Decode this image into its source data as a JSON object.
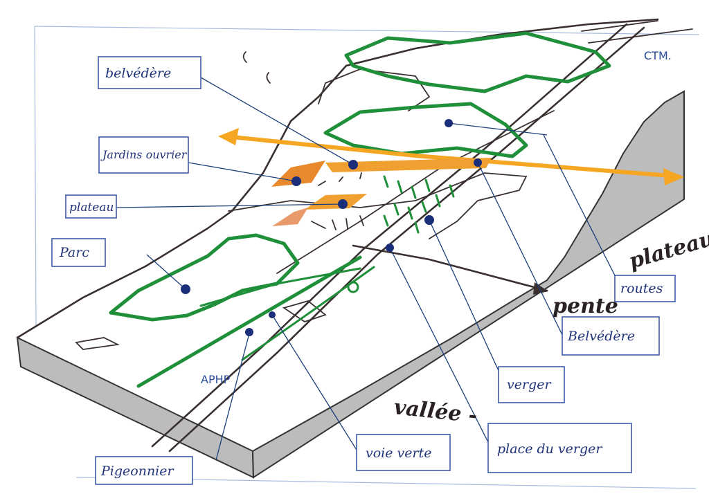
{
  "labels": {
    "belvedere_top": "belvédère",
    "jardins": "Jardins ouvrier",
    "plateau_box": "plateau",
    "parc": "Parc",
    "pigeonnier": "Pigeonnier",
    "voie_verte": "voie verte",
    "place_du_verger": "place du verger",
    "verger": "verger",
    "belvedere_bottom": "Belvédère",
    "routes": "routes"
  },
  "annotations": {
    "ctm": "CTM.",
    "aphp": "APHP",
    "pente": "pente",
    "plateau": "plateau",
    "vallee": "vallée -"
  },
  "colors": {
    "label_ink": "#22347a",
    "vegetation": "#1f8f3a",
    "axis_arrow": "#f5a623",
    "slab_side": "#bcbcbc",
    "sketch_ink": "#3a3030"
  }
}
